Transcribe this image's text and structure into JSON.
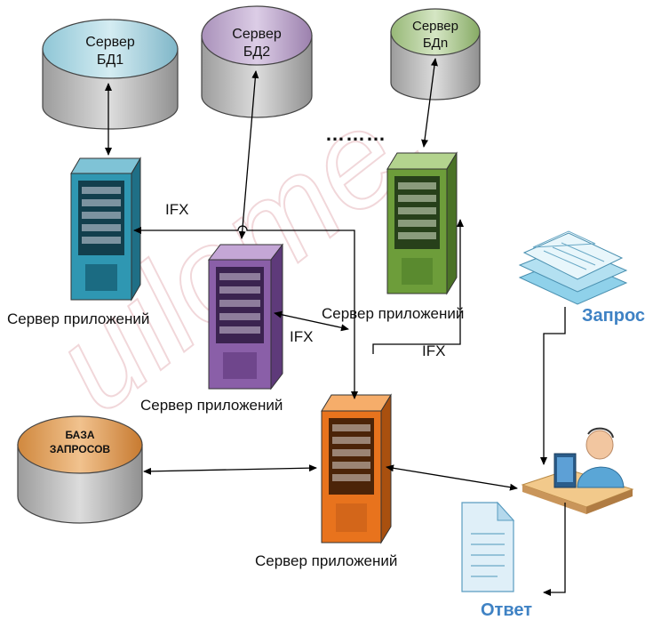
{
  "db_servers": [
    {
      "line1": "Сервер",
      "line2": "БД1"
    },
    {
      "line1": "Сервер",
      "line2": "БД2"
    },
    {
      "line1": "Сервер",
      "line2": "БДn"
    }
  ],
  "ellipsis": "………",
  "app_server_label": "Сервер приложений",
  "ifx_label": "IFX",
  "query_db": {
    "line1": "БАЗА",
    "line2": "ЗАПРОСОВ"
  },
  "request_label": "Запрос",
  "response_label": "Ответ",
  "watermark": "uilome.",
  "colors": {
    "teal": "#2f97b2",
    "purple": "#8a5fa8",
    "green": "#6d9d3a",
    "orange": "#e8731d",
    "accent_blue": "#3f82c4"
  }
}
